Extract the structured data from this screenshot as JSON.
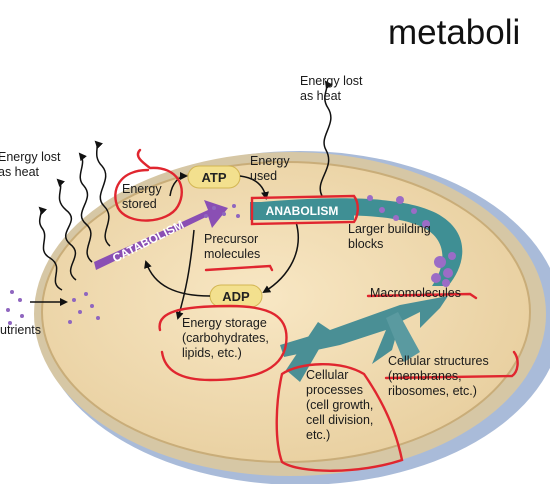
{
  "slide": {
    "title": "metaboli"
  },
  "diagram": {
    "energy_lost_top": "Energy lost\nas heat",
    "energy_lost_left": "Energy lost\nas heat",
    "energy_stored": "Energy\nstored",
    "atp": "ATP",
    "energy_used": "Energy\nused",
    "anabolism": "ANABOLISM",
    "catabolism": "CATABOLISM",
    "precursor": "Precursor\nmolecules",
    "larger_blocks": "Larger building\nblocks",
    "adp": "ADP",
    "macromolecules": "Macromolecules",
    "nutrients": "utrients",
    "energy_storage": "Energy storage\n(carbohydrates,\nlipids, etc.)",
    "cellular_structures": "Cellular structures\n(membranes,\nribosomes, etc.)",
    "cellular_processes": "Cellular\nprocesses\n(cell growth,\ncell division,\netc.)"
  },
  "colors": {
    "cytoplasm": "#efd9ae",
    "membrane_blue": "#a9bbd9",
    "anabolism_teal": "#3f8f94",
    "catabolism_purple": "#8a4fb4",
    "atp_pill": "#f3e08e",
    "annotation_red": "#e0262f"
  }
}
